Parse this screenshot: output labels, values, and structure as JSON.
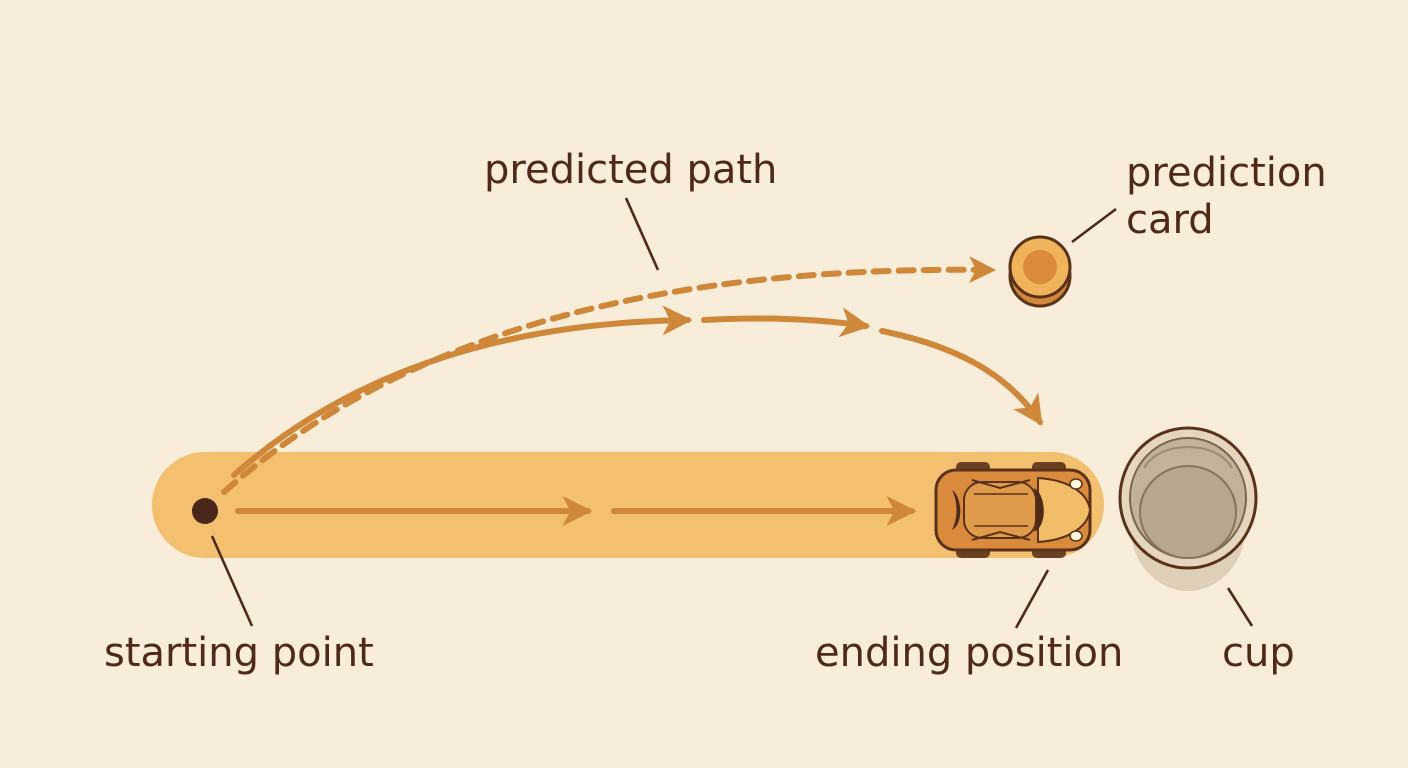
{
  "labels": {
    "predicted_path": "predicted path",
    "prediction_card_line1": "prediction",
    "prediction_card_line2": "card",
    "starting_point": "starting point",
    "ending_position": "ending position",
    "cup": "cup"
  },
  "colors": {
    "background": "#f7edd9",
    "track": "#f2c06f",
    "arrow": "#cf873a",
    "text": "#4f2a18",
    "car_body": "#d98b3b",
    "car_outline": "#5a321c",
    "cup_rim": "#e6d6bf",
    "cup_inner": "#b7a690"
  },
  "icons": {
    "car": "car-icon",
    "cup": "cup-icon",
    "prediction_card": "token-icon",
    "starting_point": "dot-icon"
  }
}
